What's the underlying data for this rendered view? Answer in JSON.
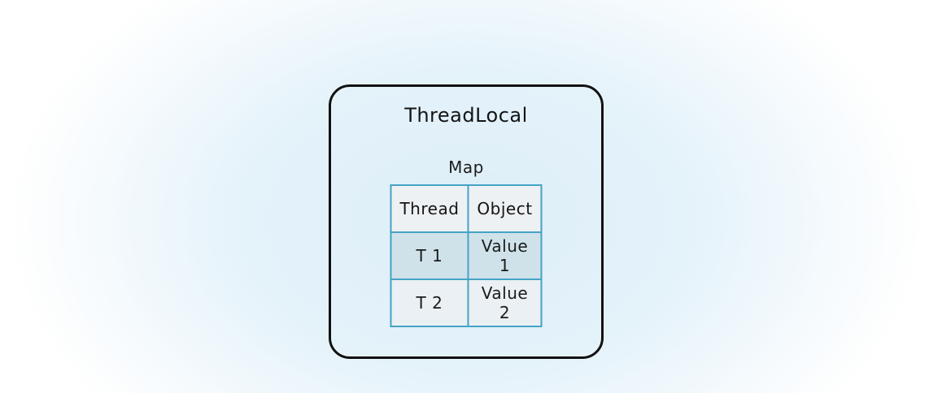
{
  "diagram": {
    "title": "ThreadLocal",
    "map_label": "Map",
    "table": {
      "headers": [
        "Thread",
        "Object"
      ],
      "rows": [
        [
          "T 1",
          "Value 1"
        ],
        [
          "T 2",
          "Value 2"
        ]
      ]
    }
  },
  "colors": {
    "glow-inner": "#ddeef8",
    "glow-mid": "#e4f2fa",
    "box-border": "#111111",
    "table-border": "#45a3c5",
    "row-header-bg": "#edf1f4",
    "row-highlight-bg": "#cfe2ea",
    "row-plain-bg": "#eaf0f3"
  }
}
